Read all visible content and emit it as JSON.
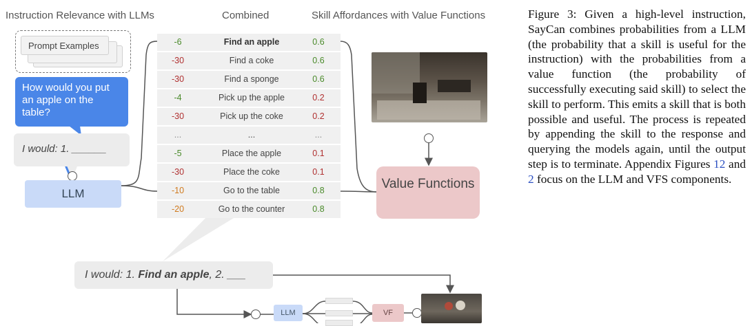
{
  "headers": {
    "left": "Instruction Relevance with LLMs",
    "middle": "Combined",
    "right": "Skill Affordances with Value Functions"
  },
  "prompt_examples": "Prompt Examples",
  "question": "How would you put an apple on the table?",
  "response_prefix": "I would: 1. ______",
  "llm_label": "LLM",
  "value_functions_label": "Value Functions",
  "table_rows": [
    {
      "llm": "-6",
      "skill": "Find an apple",
      "vf": "0.6",
      "llm_color": "#4a8a2a",
      "vf_color": "#4a8a2a",
      "bold": true
    },
    {
      "llm": "-30",
      "skill": "Find a coke",
      "vf": "0.6",
      "llm_color": "#b03030",
      "vf_color": "#4a8a2a"
    },
    {
      "llm": "-30",
      "skill": "Find a sponge",
      "vf": "0.6",
      "llm_color": "#b03030",
      "vf_color": "#4a8a2a"
    },
    {
      "llm": "-4",
      "skill": "Pick up the apple",
      "vf": "0.2",
      "llm_color": "#4a8a2a",
      "vf_color": "#b03030"
    },
    {
      "llm": "-30",
      "skill": "Pick up the coke",
      "vf": "0.2",
      "llm_color": "#b03030",
      "vf_color": "#b03030"
    },
    {
      "llm": "...",
      "skill": "...",
      "vf": "...",
      "llm_color": "#888888",
      "vf_color": "#888888"
    },
    {
      "llm": "-5",
      "skill": "Place the apple",
      "vf": "0.1",
      "llm_color": "#4a8a2a",
      "vf_color": "#b03030"
    },
    {
      "llm": "-30",
      "skill": "Place the coke",
      "vf": "0.1",
      "llm_color": "#b03030",
      "vf_color": "#b03030"
    },
    {
      "llm": "-10",
      "skill": "Go to the table",
      "vf": "0.8",
      "llm_color": "#d07a1e",
      "vf_color": "#4a8a2a"
    },
    {
      "llm": "-20",
      "skill": "Go to the counter",
      "vf": "0.8",
      "llm_color": "#d07a1e",
      "vf_color": "#4a8a2a"
    }
  ],
  "bottom_response": {
    "prefix": "I would: 1. ",
    "skill": "Find an apple",
    "suffix": ", 2. ___"
  },
  "small_llm_label": "LLM",
  "small_vf_label": "VF",
  "caption": {
    "fig": "Figure 3:",
    "body_1": " Given a high-level instruction, SayCan combines probabilities from a LLM (the probability that a skill is useful for the instruction) with the probabilities from a value function (the probability of successfully executing said skill) to select the skill to perform. This emits a skill that is both possible and useful. The process is repeated by appending the skill to the response and querying the models again, until the output step is to terminate. Appendix Figures ",
    "ref1": "12",
    "body_2": " and ",
    "ref2": "2",
    "body_3": " focus on the LLM and VFS components."
  }
}
